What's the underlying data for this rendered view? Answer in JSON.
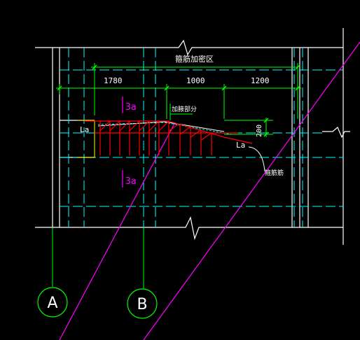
{
  "header_label": "箍筋加密区",
  "dimensions": [
    "1780",
    "1000",
    "1200"
  ],
  "vertical_dimension": "200",
  "lap_labels": [
    "La",
    "La"
  ],
  "spacing_labels": [
    "3a",
    "3a"
  ],
  "haunch_label": "加腋部分",
  "rebar_note": "箍筋筋",
  "axis_labels": [
    "A",
    "B"
  ],
  "colors": {
    "background": "#000000",
    "outline": "#ffffff",
    "centerline": "#00ffff",
    "dimension": "#00ff00",
    "rebar": "#ff0000",
    "diagonal": "#ff00ff",
    "highlight": "#ffff00"
  }
}
